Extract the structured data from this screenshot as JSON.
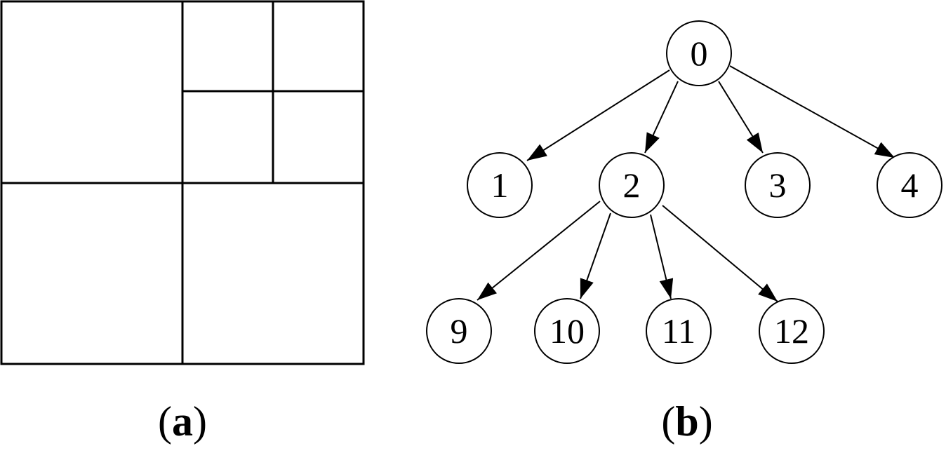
{
  "panel_a": {
    "caption": {
      "open": "(",
      "letter": "a",
      "close": ")"
    }
  },
  "panel_b": {
    "caption": {
      "open": "(",
      "letter": "b",
      "close": ")"
    },
    "nodes": [
      {
        "id": "n0",
        "label": "0"
      },
      {
        "id": "n1",
        "label": "1"
      },
      {
        "id": "n2",
        "label": "2"
      },
      {
        "id": "n3",
        "label": "3"
      },
      {
        "id": "n4",
        "label": "4"
      },
      {
        "id": "n9",
        "label": "9"
      },
      {
        "id": "n10",
        "label": "10"
      },
      {
        "id": "n11",
        "label": "11"
      },
      {
        "id": "n12",
        "label": "12"
      }
    ],
    "edges": [
      {
        "from": "0",
        "to": "1"
      },
      {
        "from": "0",
        "to": "2"
      },
      {
        "from": "0",
        "to": "3"
      },
      {
        "from": "0",
        "to": "4"
      },
      {
        "from": "2",
        "to": "9"
      },
      {
        "from": "2",
        "to": "10"
      },
      {
        "from": "2",
        "to": "11"
      },
      {
        "from": "2",
        "to": "12"
      }
    ]
  }
}
